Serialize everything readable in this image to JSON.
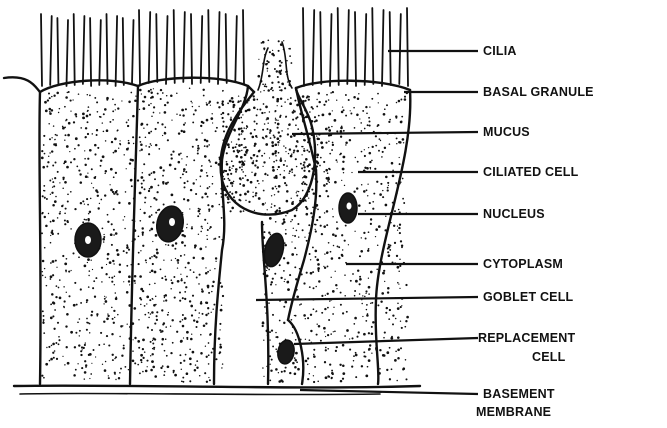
{
  "labels": {
    "cilia": "CILIA",
    "basal_granule": "BASAL GRANULE",
    "mucus": "MUCUS",
    "ciliated_cell": "CILIATED CELL",
    "nucleus": "NUCLEUS",
    "cytoplasm": "CYTOPLASM",
    "goblet_cell": "GOBLET CELL",
    "replacement_cell_line1": "REPLACEMENT",
    "replacement_cell_line2": "CELL",
    "basement_membrane_line1": "BASEMENT",
    "basement_membrane_line2": "MEMBRANE"
  },
  "colors": {
    "ink": "#111111",
    "paper": "#ffffff"
  }
}
